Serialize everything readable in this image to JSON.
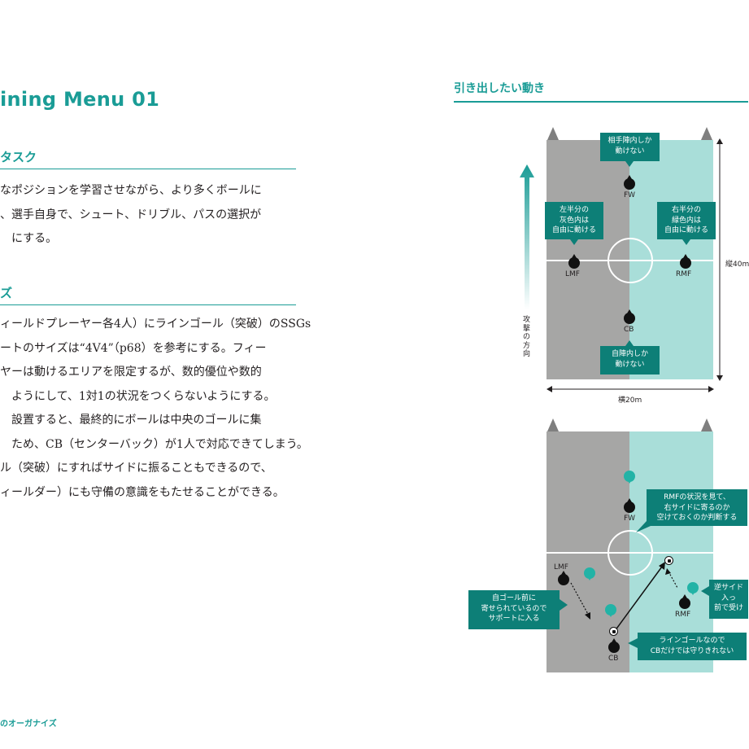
{
  "left": {
    "menu_title": "ining Menu 01",
    "task_heading": "タスク",
    "task_lines": [
      "なポジションを学習させながら、より多くボールに",
      "、選手自身で、シュート、ドリブル、パスの選択が",
      "にする。"
    ],
    "size_heading": "ズ",
    "size_lines": [
      "ィールドプレーヤー各4人）にラインゴール（突破）のSSGs",
      "ートのサイズは“4V4”（p68）を参考にする。フィー",
      "ヤーは動けるエリアを限定するが、数的優位や数的",
      "ようにして、1対1の状況をつくらないようにする。",
      "設置すると、最終的にボールは中央のゴールに集",
      "ため、CB（センターバック）が1人で対応できてしまう。",
      "ル（突破）にすればサイドに振ることもできるので、",
      "ィールダー）にも守備の意識をもたせることができる。"
    ],
    "footer": "のオーガナイズ"
  },
  "right": {
    "heading": "引き出したい動き",
    "diagram1": {
      "callouts": {
        "top": [
          "相手陣内しか",
          "動けない"
        ],
        "left": [
          "左半分の",
          "灰色内は",
          "自由に動ける"
        ],
        "right": [
          "右半分の",
          "緑色内は",
          "自由に動ける"
        ],
        "bottom": [
          "自陣内しか",
          "動けない"
        ]
      },
      "players": {
        "fw": "FW",
        "lmf": "LMF",
        "rmf": "RMF",
        "cb": "CB"
      },
      "attack_direction": "攻撃の方向",
      "height_label": "縦40m",
      "width_label": "横20m"
    },
    "diagram2": {
      "callouts": {
        "rmf_read": [
          "RMFの状況を見て、",
          "右サイドに寄るのか",
          "空けておくのか判断する"
        ],
        "support": [
          "自ゴール前に",
          "寄せられているので",
          "サポートに入る"
        ],
        "reverse_side": [
          "逆サイド",
          "入っ",
          "前で受け"
        ],
        "line_goal": [
          "ラインゴールなので",
          "CBだけでは守りきれない"
        ]
      },
      "players": {
        "fw": "FW",
        "lmf": "LMF",
        "rmf": "RMF",
        "cb": "CB"
      }
    },
    "colors": {
      "accent": "#1a9c96",
      "callout_bg": "#0d7f77",
      "gray_half": "#a6a6a5",
      "green_half": "#a9ded9"
    }
  }
}
